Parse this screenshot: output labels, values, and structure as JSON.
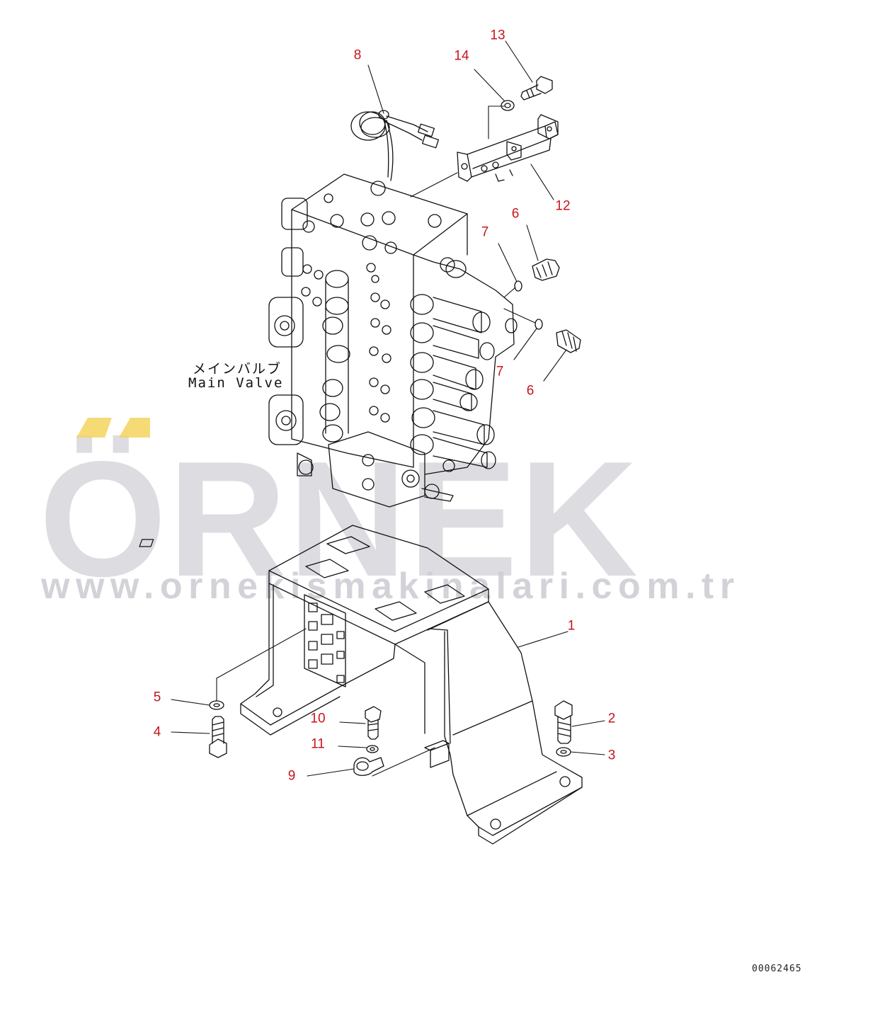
{
  "diagram": {
    "main_valve_label_jp": "メインバルブ",
    "main_valve_label_en": "Main Valve",
    "drawing_code": "00062465",
    "callouts": [
      {
        "id": "c13",
        "text": "13"
      },
      {
        "id": "c14",
        "text": "14"
      },
      {
        "id": "c8",
        "text": "8"
      },
      {
        "id": "c12",
        "text": "12"
      },
      {
        "id": "c6a",
        "text": "6"
      },
      {
        "id": "c7a",
        "text": "7"
      },
      {
        "id": "c7b",
        "text": "7"
      },
      {
        "id": "c6b",
        "text": "6"
      },
      {
        "id": "c1",
        "text": "1"
      },
      {
        "id": "c5",
        "text": "5"
      },
      {
        "id": "c4",
        "text": "4"
      },
      {
        "id": "c10",
        "text": "10"
      },
      {
        "id": "c11",
        "text": "11"
      },
      {
        "id": "c9",
        "text": "9"
      },
      {
        "id": "c2",
        "text": "2"
      },
      {
        "id": "c3",
        "text": "3"
      }
    ]
  },
  "watermark": {
    "logo": "ÖRNEK",
    "url": "www.ornekismakinalari.com.tr",
    "accent_color": "#f4d35e",
    "text_color": "#d9d8dd"
  },
  "colors": {
    "callout": "#c8141e",
    "line": "#111111"
  }
}
